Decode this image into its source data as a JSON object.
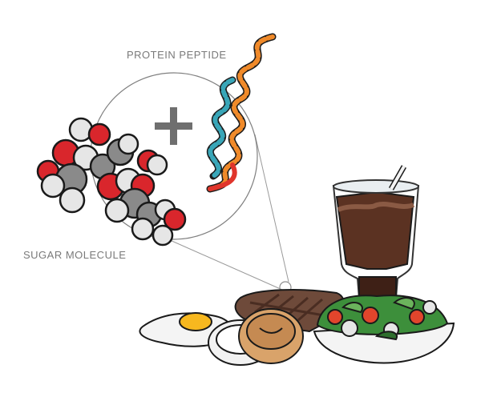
{
  "labels": {
    "protein": "PROTEIN PEPTIDE",
    "sugar": "SUGAR MOLECULE"
  },
  "icons": {
    "plus": "plus-icon",
    "sugar_molecule": "space-filling-molecule",
    "protein_peptide": "double-helix",
    "foods": [
      "fried-egg",
      "bagel",
      "steak",
      "iced-chocolate-drink",
      "salad-bowl"
    ]
  },
  "colors": {
    "carbon": "#8a8a8a",
    "oxygen": "#d9262c",
    "hydrogen": "#e6e6e6",
    "helix_teal": "#39a6b8",
    "helix_orange": "#f08a2a",
    "helix_red": "#e0352c",
    "drink": "#5b3222",
    "lettuce": "#3d8f3b",
    "tomato": "#e2452c",
    "egg_yolk": "#f7b81f",
    "bagel": "#d9a36a",
    "steak": "#6e4a3a",
    "label_gray": "#7a7a7a"
  }
}
